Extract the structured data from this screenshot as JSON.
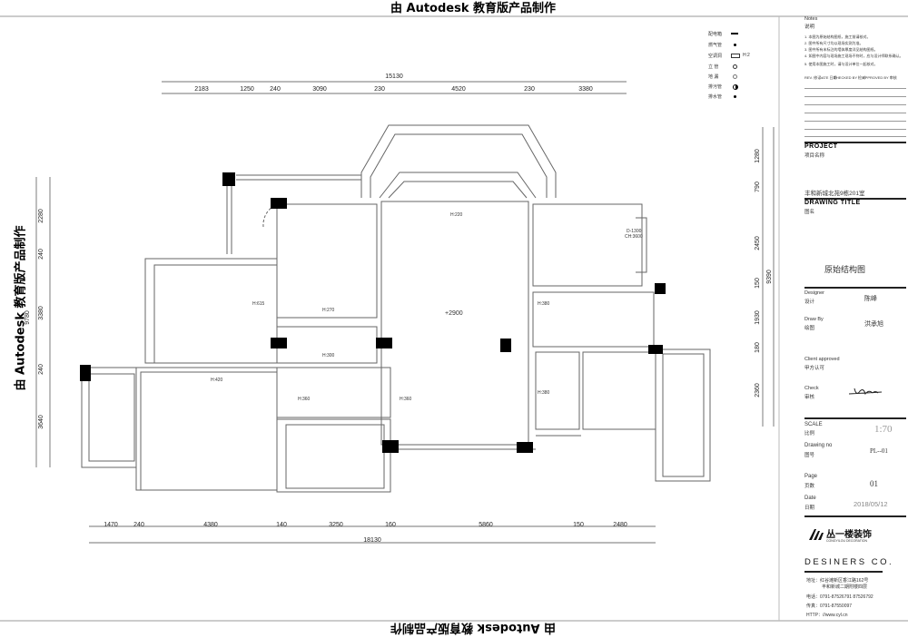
{
  "watermark": "由 Autodesk 教育版产品制作",
  "legend": [
    {
      "label": "配电箱",
      "icon": "distribution-box-icon"
    },
    {
      "label": "燃气管",
      "icon": "gas-pipe-icon"
    },
    {
      "label": "空调洞",
      "icon": "ac-hole-icon",
      "note": "H:2"
    },
    {
      "label": "立  管",
      "icon": "riser-pipe-icon"
    },
    {
      "label": "地  漏",
      "icon": "floor-drain-icon"
    },
    {
      "label": "排污管",
      "icon": "sewage-pipe-icon"
    },
    {
      "label": "排水管",
      "icon": "drain-pipe-icon"
    }
  ],
  "title_block": {
    "notes_label": "Notes",
    "notes_cn": "说明",
    "notes": [
      "1.  本图为原始结构图纸，施工前请核对。",
      "2.  图中所有尺寸均以现场实测为准。",
      "3.  图中所有未标注的墙体厚度详见结构图纸。",
      "4.  如图中内容与现场施工现场不符时，应与设计师联系确认。",
      "5.  使用本图施工时，请与设计单位一起核对。"
    ],
    "rev_headers": [
      "REV. 修订",
      "DATE 日期",
      "CHECKED BY 检对",
      "APPROVED BY 审核"
    ],
    "project_label": "PROJECT",
    "project_cn": "项目名称",
    "project_name": "丰和新城北苑9栋201室",
    "drawing_title_label": "DRAWING TITLE",
    "drawing_title_cn": "图名",
    "drawing_title": "原始结构图",
    "designer_label": "Designer",
    "designer_cn": "设计",
    "designer": "陈峰",
    "draw_by_label": "Draw By",
    "draw_by_cn": "绘图",
    "draw_by": "洪承旭",
    "client_label": "Client approved",
    "client_cn": "甲方认可",
    "check_label": "Check",
    "check_cn": "审核",
    "check_signature": "signature",
    "scale_label": "SCALE",
    "scale_cn": "比例",
    "scale": "1:70",
    "drawing_no_label": "Drawing no",
    "drawing_no_cn": "图号",
    "drawing_no": "PL--01",
    "page_label": "Page",
    "page_cn": "页数",
    "page": "01",
    "date_label": "Date",
    "date_cn": "日期",
    "date": "2018/05/12",
    "company_logo": "丛一楼装饰",
    "company_logo_en": "CONGYILOU DECORATION",
    "company": "DESINERS CO.",
    "address": "地址：红谷滩新区香江路162号",
    "address2": "丰和新城二期附楼四层",
    "phone": "电话：0791-87526791  87526792",
    "fax": "传真：0791-87550097",
    "web": "HTTP：//www.cyl.cn"
  },
  "dimensions": {
    "top_total": "15130",
    "top": [
      "2183",
      "1250",
      "240",
      "3090",
      "230",
      "4520",
      "230",
      "3380"
    ],
    "bottom_total": "18130",
    "bottom": [
      "1470",
      "240",
      "4380",
      "140",
      "3250",
      "160",
      "5860",
      "150",
      "2480"
    ],
    "left_total": "9780",
    "left": [
      "2280",
      "240",
      "3380",
      "240",
      "3640"
    ],
    "right_total": "9390",
    "right": [
      "1280",
      "790",
      "2450",
      "150",
      "1930",
      "180",
      "2360"
    ]
  },
  "plan_labels": {
    "beam1": "H:615",
    "beam2": "H:270",
    "beam3": "H:300",
    "beam4": "H:420",
    "beam5": "H:360",
    "beam6": "H:360",
    "beam7": "H:220",
    "beam8": "H:380",
    "beam9": "H:380",
    "level": "+2900",
    "window": "D-1300",
    "window_h": "CH:3600"
  }
}
